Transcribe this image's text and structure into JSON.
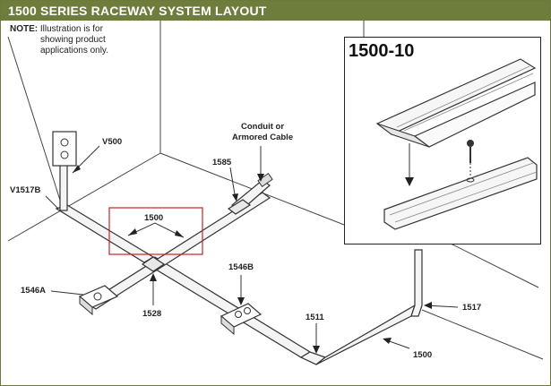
{
  "title": "1500 SERIES RACEWAY SYSTEM LAYOUT",
  "note": {
    "label": "NOTE:",
    "line1": "Illustration is for",
    "line2": "showing product",
    "line3": "applications only."
  },
  "inset_title": "1500-10",
  "labels": {
    "v500": "V500",
    "v1517b": "V1517B",
    "conduit_1": "Conduit or",
    "conduit_2": "Armored Cable",
    "l1585": "1585",
    "l1500_box": "1500",
    "l1546a": "1546A",
    "l1528": "1528",
    "l1546b": "1546B",
    "l1511": "1511",
    "l1517": "1517",
    "l1500_bottom": "1500"
  },
  "colors": {
    "title_bar": "#6f7d3c",
    "highlight_box": "#cc2222"
  }
}
